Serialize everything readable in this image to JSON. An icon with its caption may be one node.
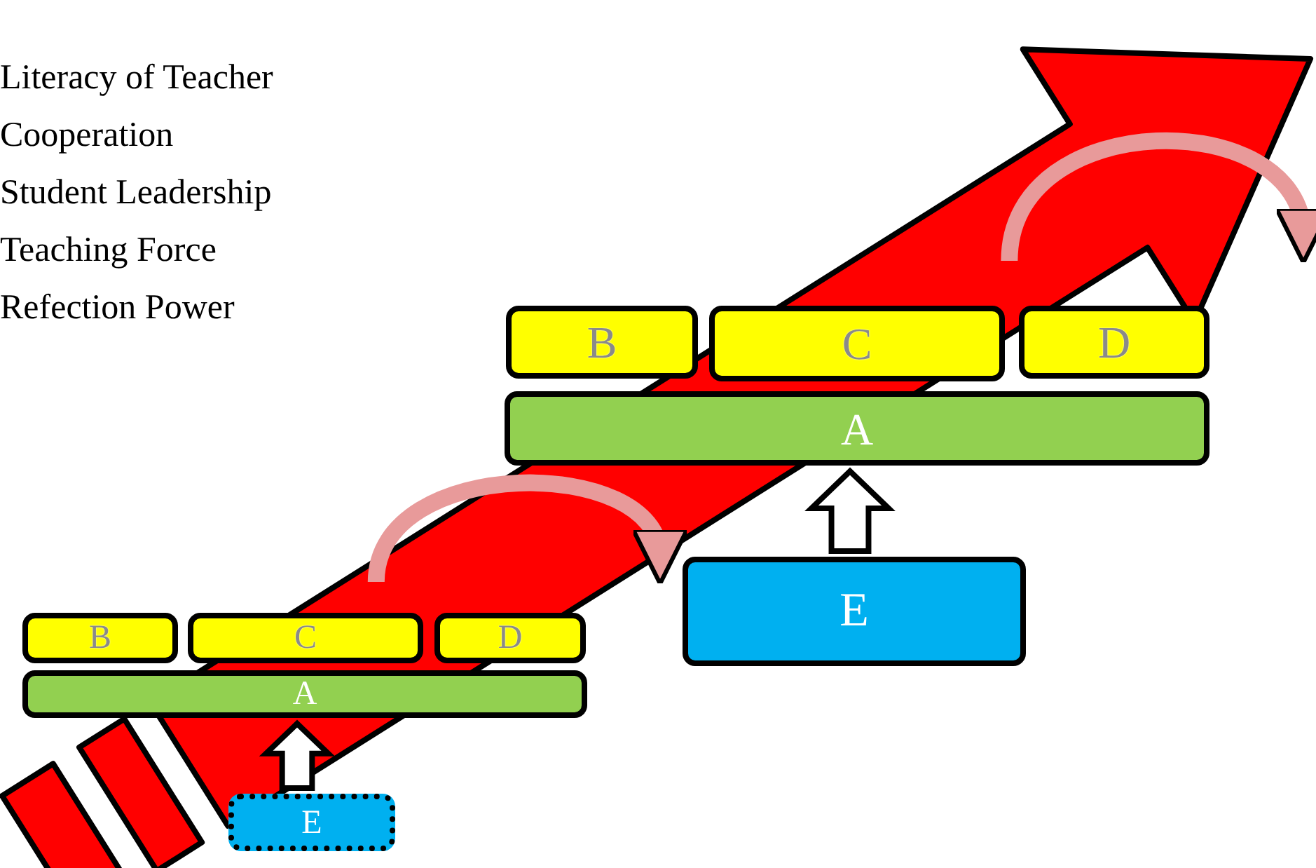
{
  "diagram": {
    "nodes": [
      {
        "text": [
          "B"
        ]
      },
      {
        "text": [
          "C"
        ]
      },
      {
        "text": [
          "D"
        ]
      },
      {
        "text": [
          "A"
        ]
      },
      {
        "text": [
          "E"
        ]
      },
      {
        "text": [
          "B"
        ]
      },
      {
        "text": [
          "C"
        ]
      },
      {
        "text": [
          "D"
        ]
      },
      {
        "text": [
          "A"
        ]
      },
      {
        "text": [
          "E"
        ]
      }
    ],
    "edges": [
      {
        "from": 4,
        "to": 3,
        "arrow": "to",
        "style": "thick"
      },
      {
        "from": 9,
        "to": 8,
        "arrow": "to",
        "style": "thick"
      },
      {
        "from": 6,
        "to": 4,
        "arrow": "to",
        "color": "#e89a9a"
      },
      {
        "from": 2,
        "to": null,
        "arrow": "to",
        "color": "#e89a9a"
      }
    ],
    "labels": [
      "Literacy of Teacher",
      "Cooperation",
      "Student Leadership",
      "Teaching Force",
      "Refection Power"
    ]
  }
}
